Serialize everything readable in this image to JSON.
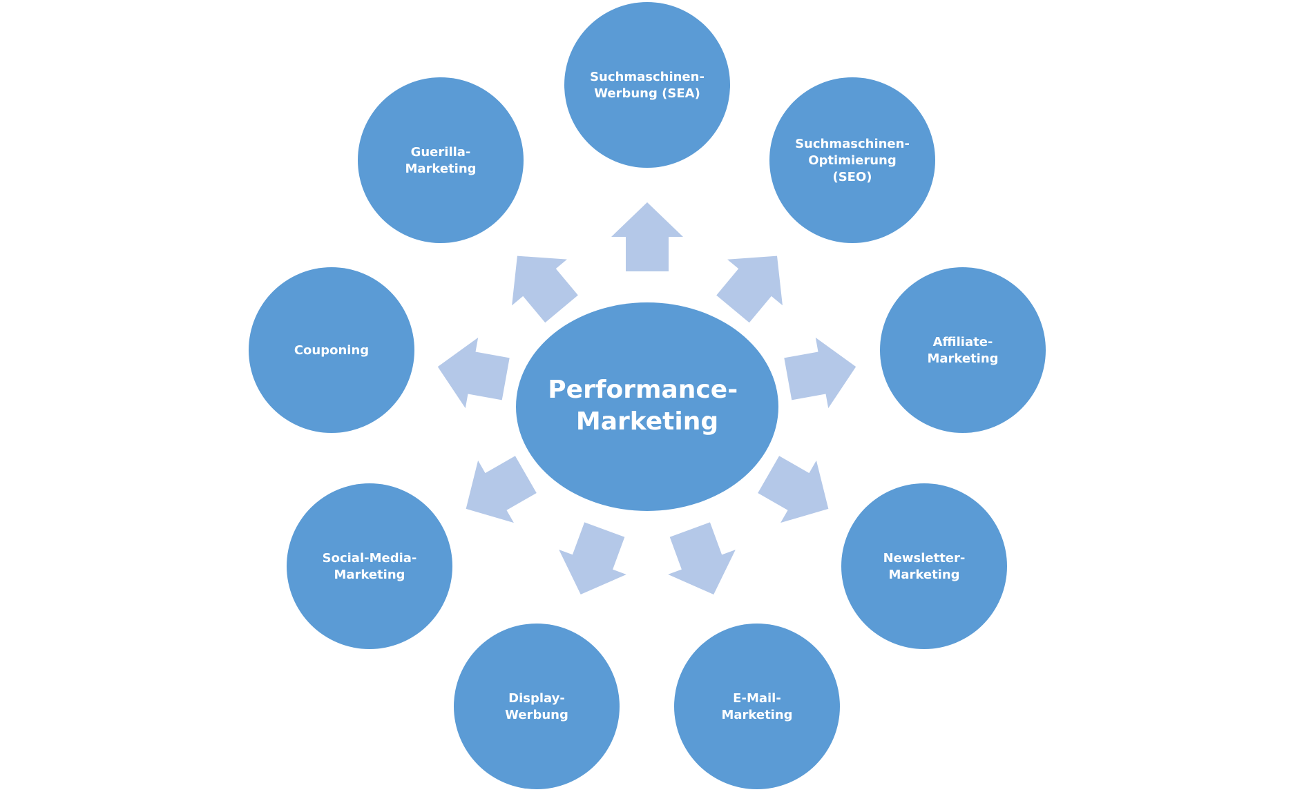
{
  "colors": {
    "node_fill": "#5b9bd5",
    "arrow_fill": "#b4c8e8",
    "text": "#ffffff",
    "background": "#ffffff"
  },
  "center": {
    "lines": [
      "Performance-",
      "Marketing"
    ]
  },
  "nodes": [
    {
      "id": "sea",
      "lines": [
        "Suchmaschinen-",
        "Werbung (SEA)"
      ]
    },
    {
      "id": "seo",
      "lines": [
        "Suchmaschinen-",
        "Optimierung",
        "(SEO)"
      ]
    },
    {
      "id": "affiliate",
      "lines": [
        "Affiliate-",
        "Marketing"
      ]
    },
    {
      "id": "newsletter",
      "lines": [
        "Newsletter-",
        "Marketing"
      ]
    },
    {
      "id": "email",
      "lines": [
        "E-Mail-",
        "Marketing"
      ]
    },
    {
      "id": "display",
      "lines": [
        "Display-",
        "Werbung"
      ]
    },
    {
      "id": "social-media",
      "lines": [
        "Social-Media-",
        "Marketing"
      ]
    },
    {
      "id": "couponing",
      "lines": [
        "Couponing"
      ]
    },
    {
      "id": "guerilla",
      "lines": [
        "Guerilla-",
        "Marketing"
      ]
    }
  ]
}
